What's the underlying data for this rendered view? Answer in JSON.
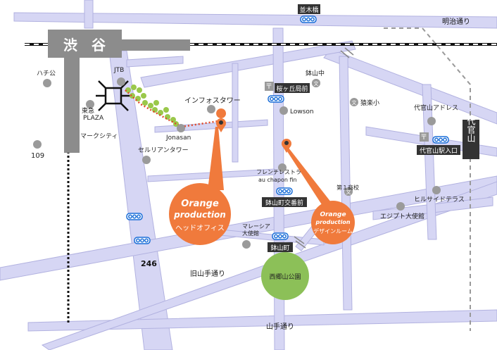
{
  "map": {
    "station": "渋　谷",
    "roads": {
      "meiji_dori": "明治通り",
      "route_246": "246",
      "kyu_yamate_dori": "旧山手通り",
      "yamate_dori": "山手通り"
    },
    "bus_stops": {
      "namikibashi": "並木橋",
      "sakuragaoka_yubinkyoku": "桜ヶ丘局前",
      "daikanyama_eki_iriguchi": "代官山駅入口",
      "hachiyamacho_koban": "鉢山町交番前",
      "hachiyamacho": "鉢山町"
    },
    "daikanyama_label": "代官山",
    "landmarks": {
      "hachiko": "ハチ公",
      "jtb": "JTB",
      "tokyu_plaza_line1": "東急",
      "tokyu_plaza_line2": "PLAZA",
      "mark_city": "マークシティ",
      "route_109": "109",
      "info_tower": "インフォスタワー",
      "jonasan": "Jonasan",
      "cerulean_tower": "セルリアンタワー",
      "hachiyama_jhs": "鉢山中",
      "lowson": "Lowson",
      "sarugaku_es": "猿楽小",
      "daikanyama_address": "代官山アドレス",
      "french_restaurant_line1": "フレンチレストラン",
      "french_restaurant_line2": "au chapon fin",
      "dai1_shoko": "第１商校",
      "hillside_terrace": "ヒルサイドテラス",
      "egypt_embassy": "エジプト大使館",
      "malaysia_embassy_line1": "マレーシア",
      "malaysia_embassy_line2": "大使館",
      "saigoyama_park": "西郷山公園"
    },
    "offices": {
      "head": {
        "logo_line1": "Orange",
        "logo_line2": "production",
        "name": "ヘッドオフィス"
      },
      "design": {
        "logo_line1": "Orange",
        "logo_line2": "production",
        "name": "デザインルーム"
      }
    },
    "colors": {
      "road": "#d6d6f4",
      "road_stroke": "#b2b2e0",
      "orange": "#f07a3c",
      "park": "#8cc058",
      "bus": "#1a6ed8",
      "building": "#9a9a9a",
      "route_dots": "#e04a2a",
      "trees": "#9ac84a"
    }
  }
}
